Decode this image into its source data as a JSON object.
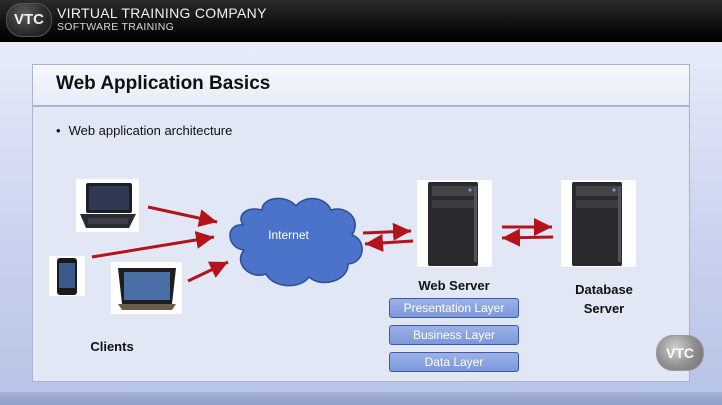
{
  "brand": {
    "logo_text": "VTC",
    "company_name": "VIRTUAL TRAINING COMPANY",
    "tagline": "SOFTWARE TRAINING"
  },
  "slide": {
    "title": "Web Application Basics",
    "bullet": "Web application architecture"
  },
  "diagram": {
    "cloud_label": "Internet",
    "clients_label": "Clients",
    "web_server_label": "Web Server",
    "db_server_line1": "Database",
    "db_server_line2": "Server",
    "layers": [
      "Presentation Layer",
      "Business Layer",
      "Data Layer"
    ],
    "arrow_color": "#b3131b",
    "cloud_color": "#4a73c9"
  },
  "corner_logo": "VTC"
}
